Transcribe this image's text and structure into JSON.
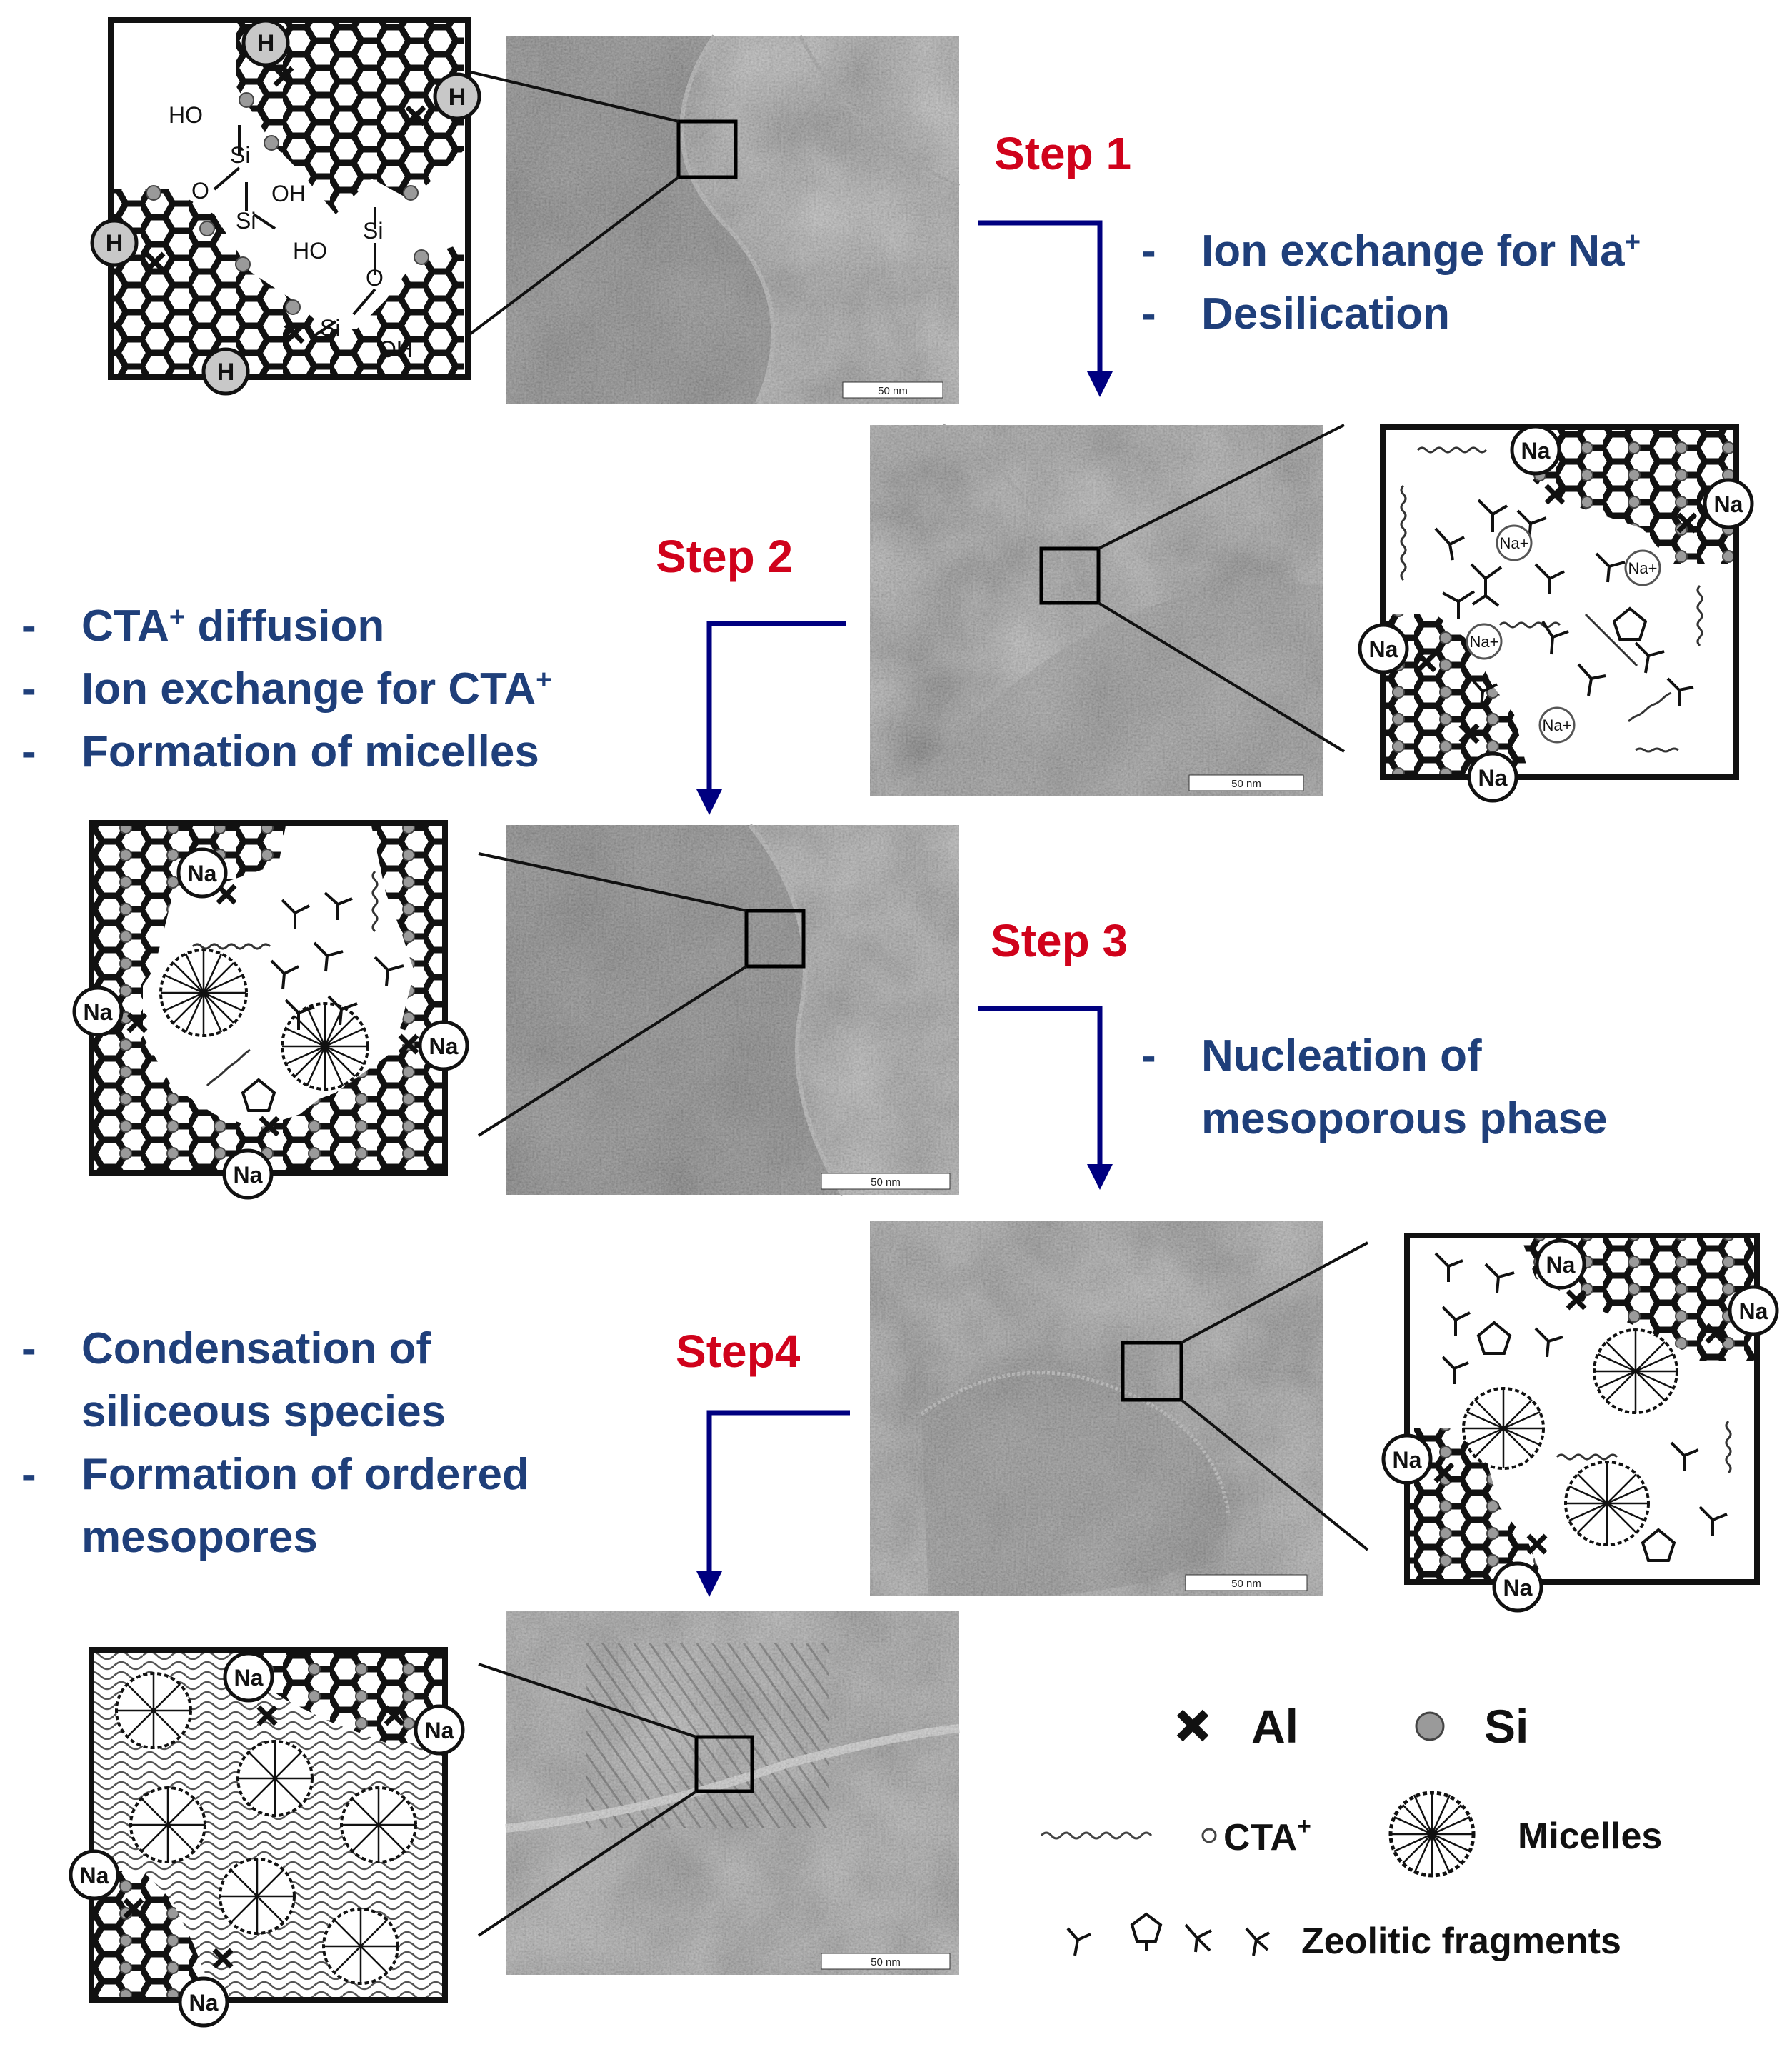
{
  "steps": {
    "step1": "Step 1",
    "step2": "Step 2",
    "step3": "Step 3",
    "step4": "Step4"
  },
  "descriptions": {
    "step1": [
      "Ion exchange for Na",
      "Desilication"
    ],
    "step2": [
      "CTA",
      "diffusion",
      "Ion exchange for CTA",
      "Formation of micelles"
    ],
    "step3": [
      "Nucleation of",
      "mesoporous phase"
    ],
    "step4": [
      "Condensation of",
      "siliceous species",
      "Formation of ordered",
      "mesopores"
    ]
  },
  "superscript_plus": "+",
  "micrograph_scale_label": "50 nm",
  "cation_labels": {
    "proton": "H",
    "sodium": "Na",
    "sodium_ion": "Na+"
  },
  "chem_labels": {
    "hydroxyl_left": "HO",
    "hydroxyl_right": "OH",
    "silicon": "Si",
    "oxygen": "O"
  },
  "legend": {
    "al": "Al",
    "si": "Si",
    "cta": "CTA",
    "micelles": "Micelles",
    "fragments": "Zeolitic fragments"
  },
  "colors": {
    "step_red": "#d0021b",
    "text_blue": "#1f3f7a",
    "arrow_navy": "#000080"
  }
}
